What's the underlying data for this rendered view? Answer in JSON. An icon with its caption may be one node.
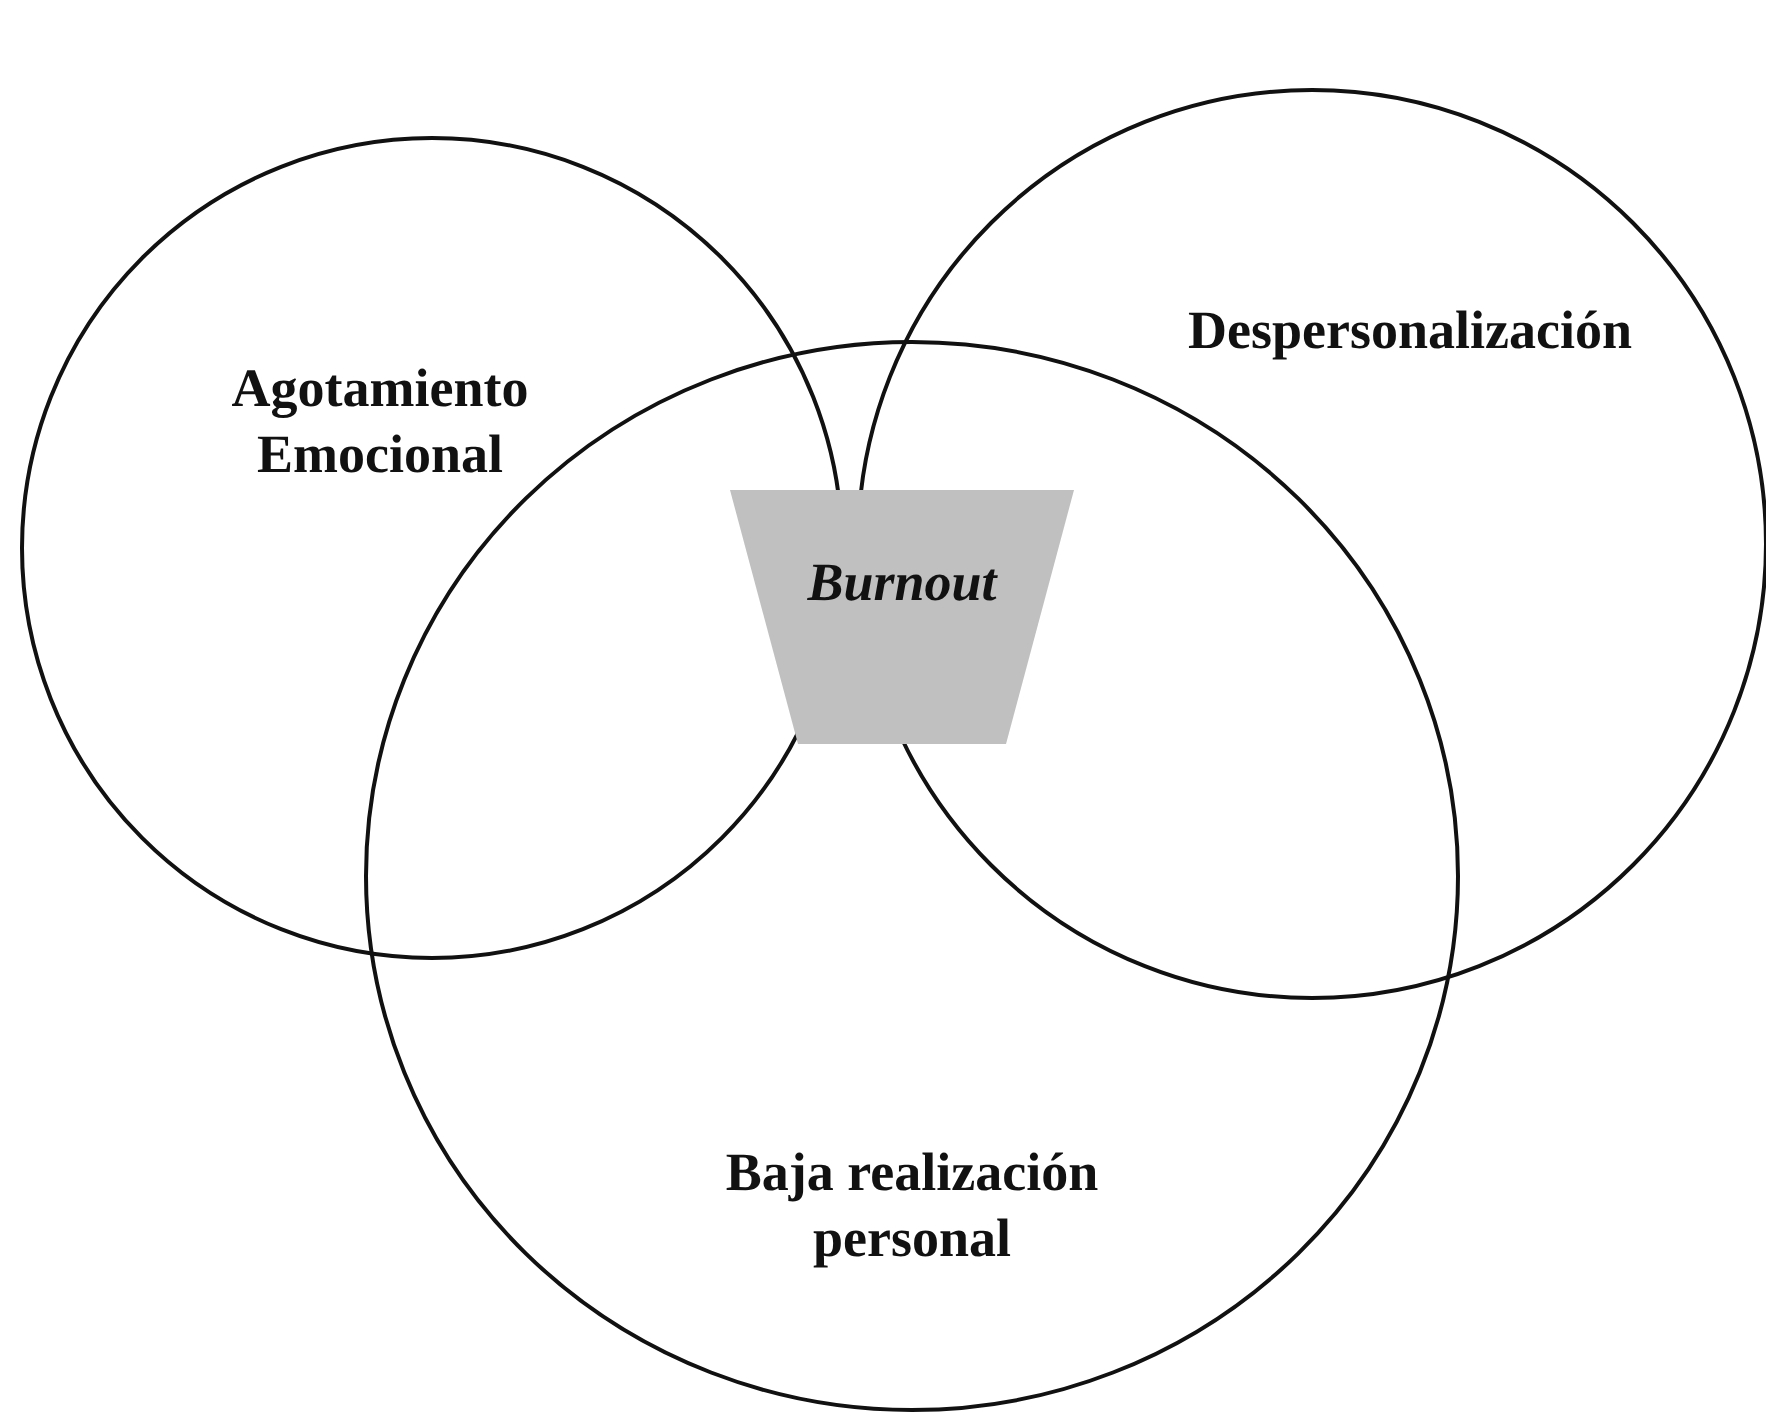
{
  "diagram": {
    "nodes": [
      {
        "text": [
          "Agotamiento Emocional"
        ]
      },
      {
        "text": [
          "Despersonalización"
        ]
      },
      {
        "text": [
          "Baja realización personal"
        ]
      },
      {
        "text": [
          "Burnout"
        ],
        "in": 2
      }
    ]
  }
}
